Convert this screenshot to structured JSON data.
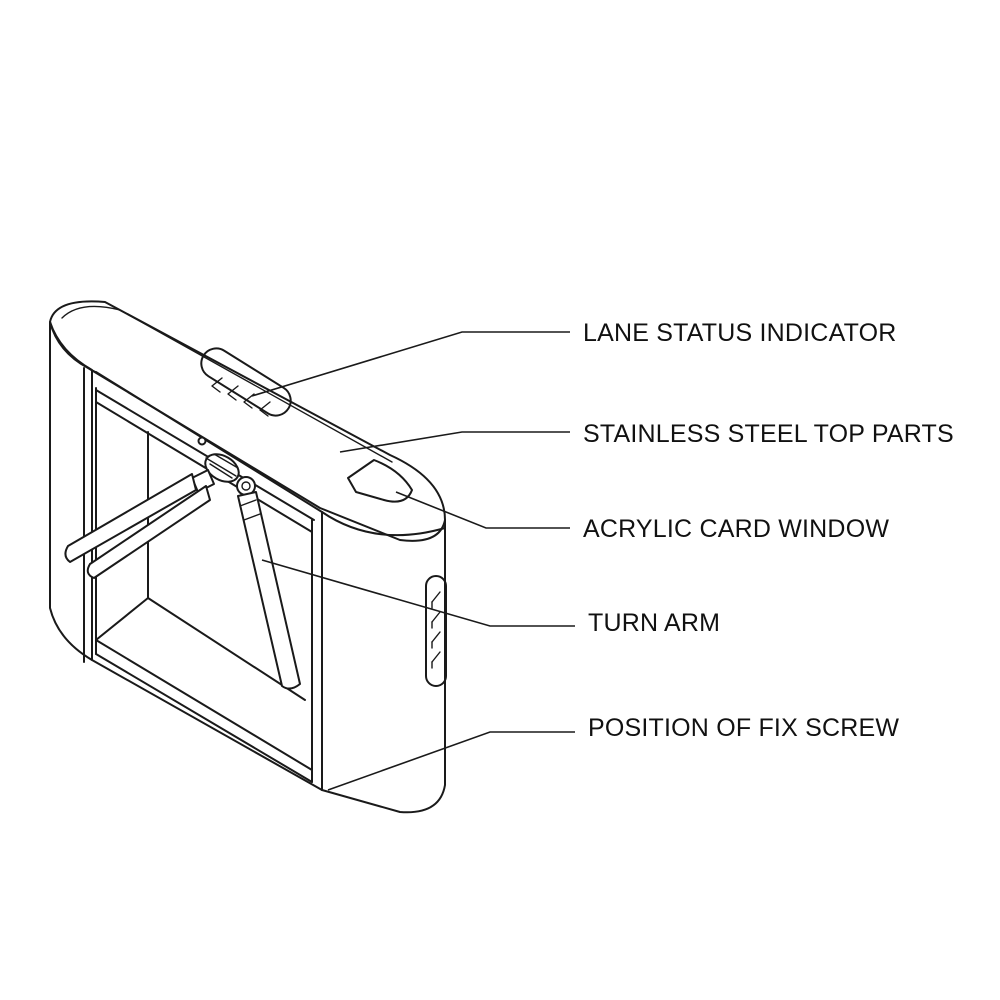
{
  "callouts": {
    "lane_status_indicator": "LANE STATUS INDICATOR",
    "stainless_steel_top_parts": "STAINLESS STEEL TOP PARTS",
    "acrylic_card_window": "ACRYLIC CARD WINDOW",
    "turn_arm": "TURN ARM",
    "position_of_fix_screw": "POSITION OF FIX SCREW"
  },
  "colors": {
    "line": "#1a1a1a",
    "background": "#ffffff"
  }
}
